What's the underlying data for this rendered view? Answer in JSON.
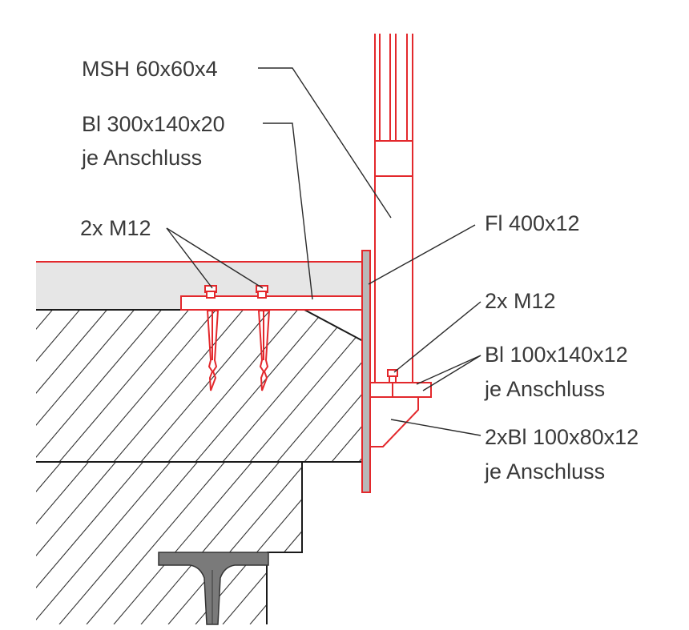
{
  "labels": {
    "msh": "MSH 60x60x4",
    "bl300_line1": "Bl 300x140x20",
    "bl300_line2": "je Anschluss",
    "m12_left": "2x M12",
    "fl400": "Fl 400x12",
    "m12_right": "2x M12",
    "bl100_line1": "Bl 100x140x12",
    "bl100_line2": "je Anschluss",
    "bl2x_line1": "2xBl 100x80x12",
    "bl2x_line2": "je Anschluss"
  },
  "colors": {
    "steel_new": "#e3282c",
    "screed": "#e6e6e6",
    "plate_fill": "#b8b8b8",
    "beam": "#7a7a7a",
    "concrete_lines": "#1a1a1a"
  }
}
